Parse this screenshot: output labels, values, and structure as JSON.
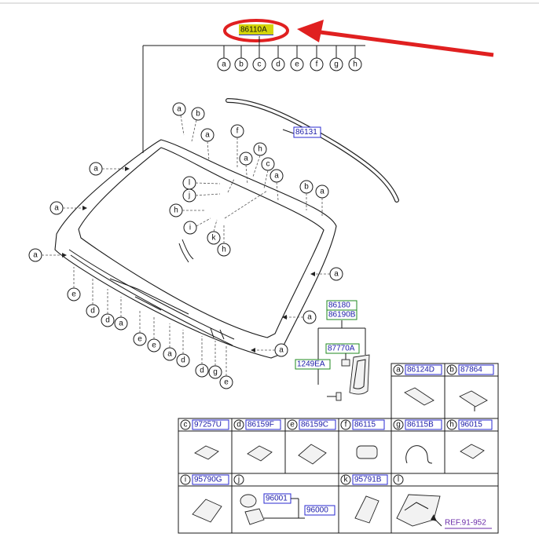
{
  "main_part": {
    "number": "86110A"
  },
  "callout_letters": [
    "a",
    "b",
    "c",
    "d",
    "e",
    "f",
    "g",
    "h"
  ],
  "labels": {
    "weatherstrip": "86131",
    "mirror_bracket_1": "86180",
    "mirror_bracket_2": "86190B",
    "cover": "87770A",
    "bolt": "1249EA",
    "ref": "REF.91-952"
  },
  "table": {
    "row1": [
      {
        "letter": "a",
        "part": "86124D"
      },
      {
        "letter": "b",
        "part": "87864"
      }
    ],
    "row2": [
      {
        "letter": "c",
        "part": "97257U"
      },
      {
        "letter": "d",
        "part": "86159F"
      },
      {
        "letter": "e",
        "part": "86159C"
      },
      {
        "letter": "f",
        "part": "86115"
      },
      {
        "letter": "g",
        "part": "86115B"
      },
      {
        "letter": "h",
        "part": "96015"
      }
    ],
    "row3": [
      {
        "letter": "i",
        "part": "95790G"
      },
      {
        "letter": "j",
        "part": "96001",
        "part2": "96000"
      },
      {
        "letter": "k",
        "part": "95791B"
      },
      {
        "letter": "l",
        "part": ""
      }
    ]
  },
  "colors": {
    "highlight": "#d4d40a",
    "circle": "#e02020",
    "arrow": "#e02020",
    "part_number_text": "#1a1aa8",
    "green_box": "#1f8a1f"
  }
}
